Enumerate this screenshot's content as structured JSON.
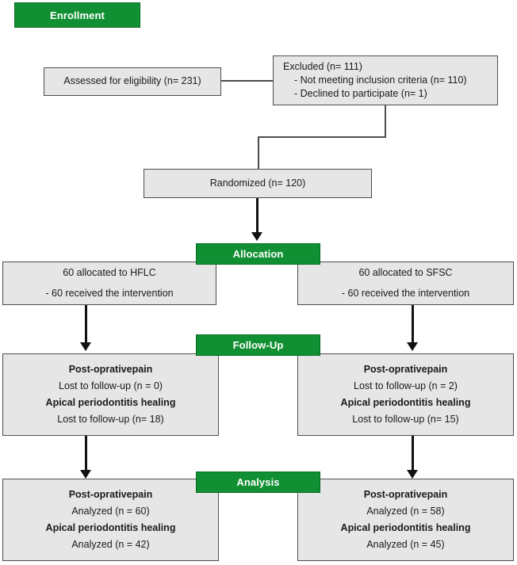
{
  "diagram": {
    "title": "CONSORT participant flow diagram",
    "accent_green": "#119033",
    "box_fill": "#e6e6e6",
    "box_border": "#4d4d4d",
    "stages": {
      "enrollment": "Enrollment",
      "allocation": "Allocation",
      "followup": "Follow-Up",
      "analysis": "Analysis"
    },
    "enrollment": {
      "assessed": "Assessed for eligibility (n= 231)",
      "excluded_title": "Excluded  (n= 111)",
      "excluded_reason_1": "-  Not meeting inclusion criteria (n= 110)",
      "excluded_reason_2": "-   Declined to participate (n= 1)",
      "randomized": "Randomized (n= 120)"
    },
    "allocation": {
      "left_line_1": "60 allocated to HFLC",
      "left_line_2": "- 60 received the intervention",
      "right_line_1": "60 allocated to SFSC",
      "right_line_2": "- 60 received the intervention"
    },
    "followup": {
      "left_heading_1": "Post-oprativepain",
      "left_value_1": "Lost to follow-up (n = 0)",
      "left_heading_2": "Apical periodontitis healing",
      "left_value_2": "Lost to follow-up (n= 18)",
      "right_heading_1": "Post-oprativepain",
      "right_value_1": "Lost to follow-up (n = 2)",
      "right_heading_2": "Apical periodontitis healing",
      "right_value_2": "Lost to follow-up (n= 15)"
    },
    "analysis": {
      "left_heading_1": "Post-oprativepain",
      "left_value_1": "Analyzed (n = 60)",
      "left_heading_2": "Apical periodontitis healing",
      "left_value_2": "Analyzed (n = 42)",
      "right_heading_1": "Post-oprativepain",
      "right_value_1": "Analyzed (n = 58)",
      "right_heading_2": "Apical periodontitis healing",
      "right_value_2": "Analyzed (n = 45)"
    }
  }
}
